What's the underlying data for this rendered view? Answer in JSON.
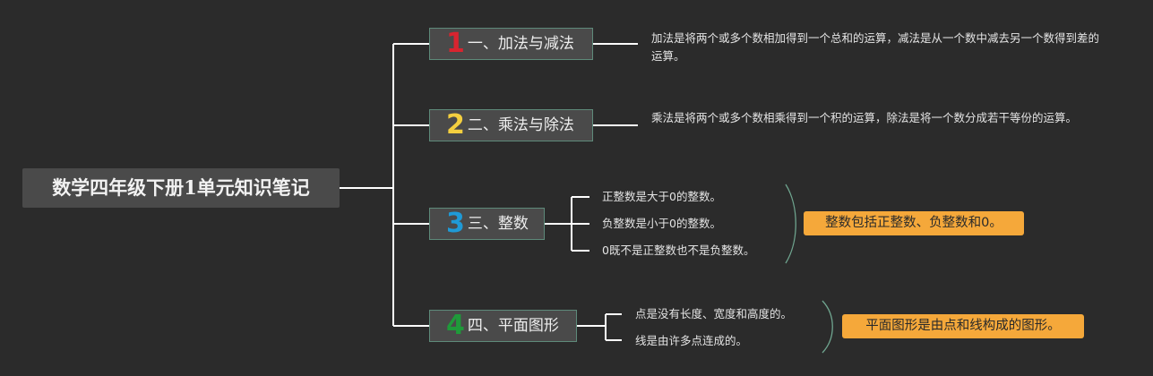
{
  "root": {
    "title": "数学四年级下册1单元知识笔记"
  },
  "branches": [
    {
      "number": "1",
      "number_color": "#d8242f",
      "title": "一、加法与减法",
      "description": "加法是将两个或多个数相加得到一个总和的运算，减法是从一个数中减去另一个数得到差的运算。"
    },
    {
      "number": "2",
      "number_color": "#f4cf3f",
      "title": "二、乘法与除法",
      "description": "乘法是将两个或多个数相乘得到一个积的运算，除法是将一个数分成若干等份的运算。"
    },
    {
      "number": "3",
      "number_color": "#1f9ad6",
      "title": "三、整数",
      "leaves": [
        "正整数是大于0的整数。",
        "负整数是小于0的整数。",
        "0既不是正整数也不是负整数。"
      ],
      "summary": "整数包括正整数、负整数和0。"
    },
    {
      "number": "4",
      "number_color": "#1f9a3a",
      "title": "四、平面图形",
      "leaves": [
        "点是没有长度、宽度和高度的。",
        "线是由许多点连成的。"
      ],
      "summary": "平面图形是由点和线构成的图形。"
    }
  ],
  "colors": {
    "background": "#2b2b2b",
    "node_fill": "#4a4a4a",
    "node_border": "#5e8a7a",
    "connector": "#ffffff",
    "summary_fill": "#f5a83a",
    "summary_bracket": "#6fa58f"
  }
}
